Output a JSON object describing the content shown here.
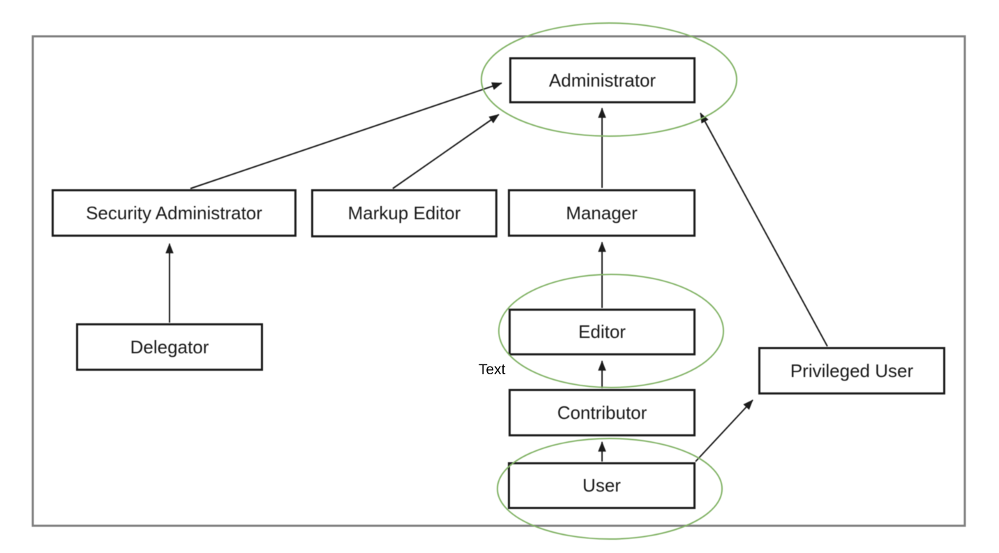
{
  "diagram": {
    "type": "role-hierarchy",
    "nodes": [
      {
        "id": "administrator",
        "label": "Administrator",
        "highlighted": true
      },
      {
        "id": "security-administrator",
        "label": "Security Administrator",
        "highlighted": false
      },
      {
        "id": "markup-editor",
        "label": "Markup Editor",
        "highlighted": false
      },
      {
        "id": "manager",
        "label": "Manager",
        "highlighted": false
      },
      {
        "id": "delegator",
        "label": "Delegator",
        "highlighted": false
      },
      {
        "id": "editor",
        "label": "Editor",
        "highlighted": true
      },
      {
        "id": "contributor",
        "label": "Contributor",
        "highlighted": false
      },
      {
        "id": "user",
        "label": "User",
        "highlighted": true
      },
      {
        "id": "privileged-user",
        "label": "Privileged User",
        "highlighted": false
      }
    ],
    "edges": [
      {
        "from": "delegator",
        "to": "security-administrator"
      },
      {
        "from": "security-administrator",
        "to": "administrator"
      },
      {
        "from": "markup-editor",
        "to": "administrator"
      },
      {
        "from": "manager",
        "to": "administrator"
      },
      {
        "from": "privileged-user",
        "to": "administrator"
      },
      {
        "from": "editor",
        "to": "manager"
      },
      {
        "from": "contributor",
        "to": "editor"
      },
      {
        "from": "user",
        "to": "contributor"
      },
      {
        "from": "user",
        "to": "privileged-user"
      }
    ],
    "annotation": {
      "label": "Text"
    },
    "colors": {
      "highlight_ellipse": "#82b366",
      "box_border": "#1c1c1c",
      "arrow": "#1c1c1c",
      "frame_border": "#7f7f7f"
    }
  }
}
